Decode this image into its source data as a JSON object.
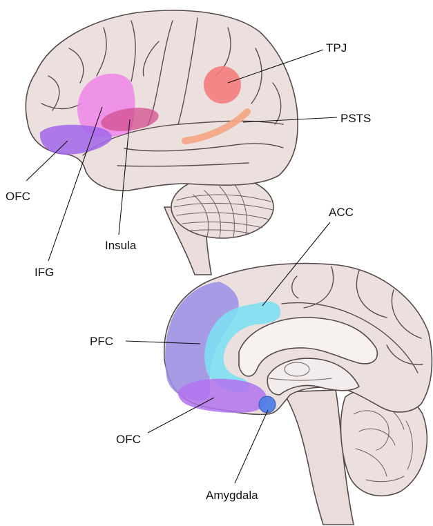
{
  "colors": {
    "brain_tissue": "#ece0df",
    "outline": "#55494a",
    "tpj": "#f47c7c",
    "psts": "#f5a582",
    "ifg": "#ee85ea",
    "insula": "#d34f90",
    "ofc_lateral": "#a266ea",
    "pfc": "#9b8ee6",
    "acc": "#7fdff2",
    "ofc_medial": "#b173ef",
    "amygdala": "#4f7ee6"
  },
  "lateral_view": {
    "labels": {
      "tpj": "TPJ",
      "psts": "PSTS",
      "ofc": "OFC",
      "ifg": "IFG",
      "insula": "Insula"
    }
  },
  "medial_view": {
    "labels": {
      "acc": "ACC",
      "pfc": "PFC",
      "ofc": "OFC",
      "amygdala": "Amygdala"
    }
  }
}
